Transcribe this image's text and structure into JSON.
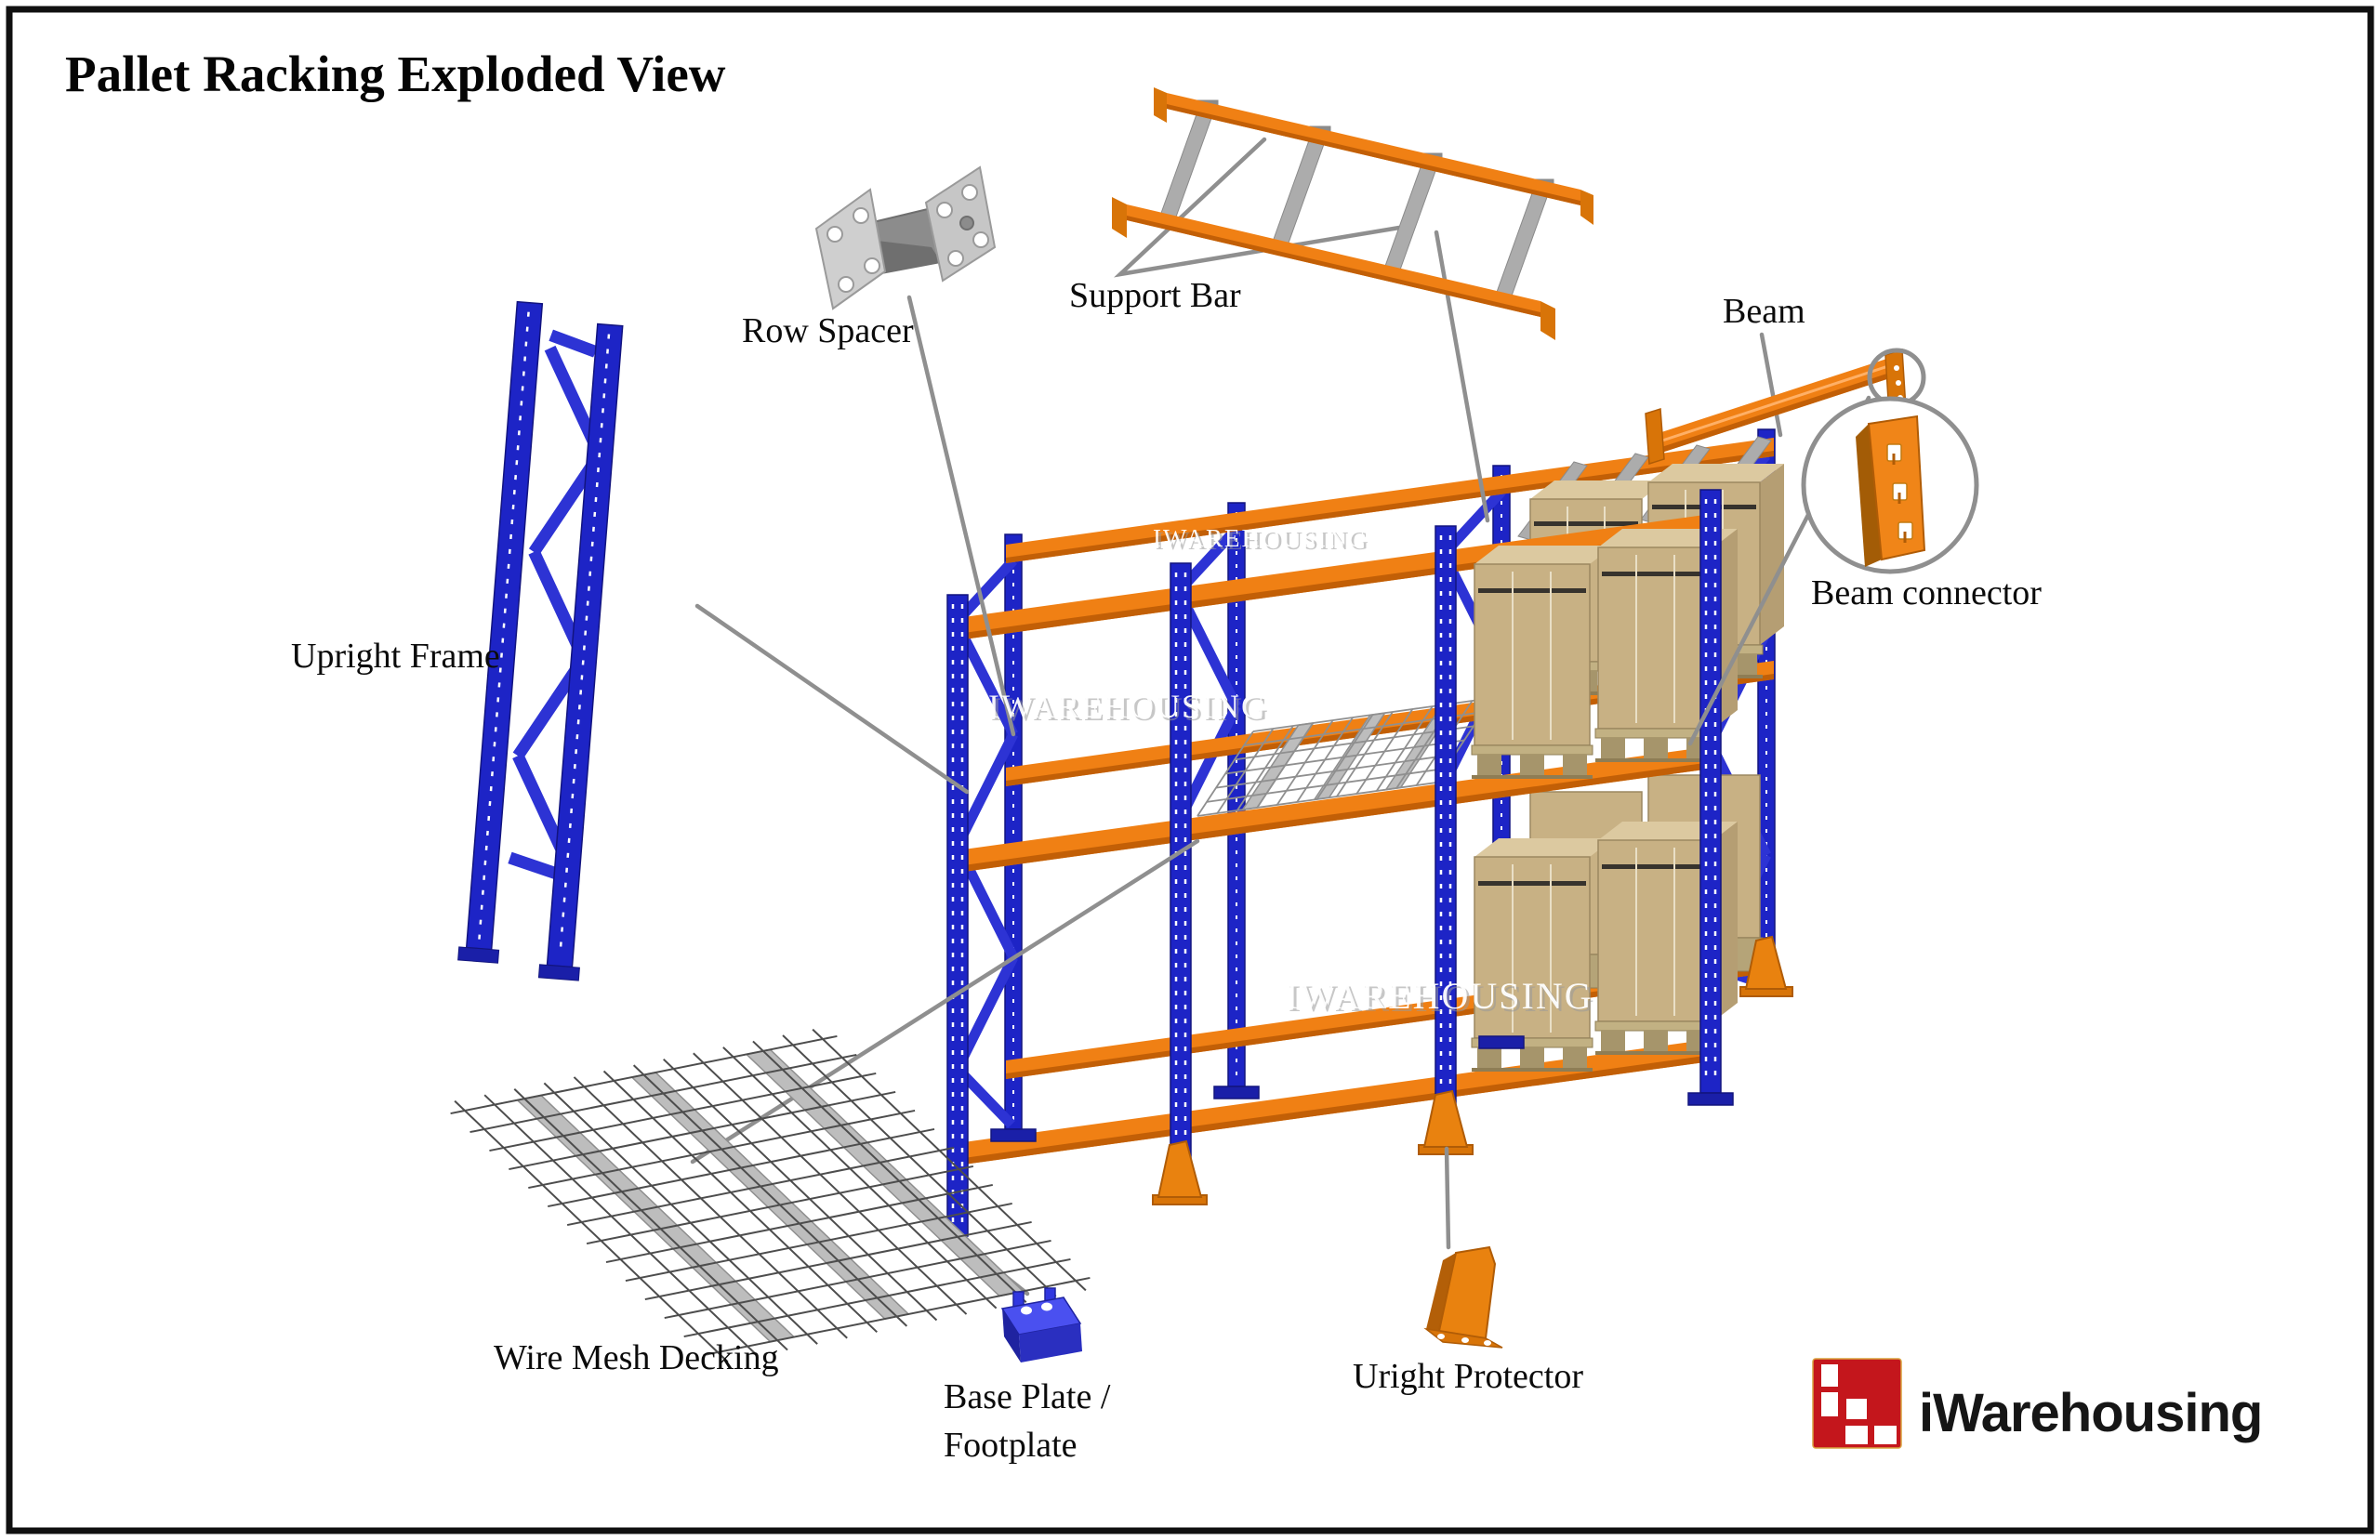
{
  "title": "Pallet Racking Exploded View",
  "watermark_text": "IWAREHOUSING",
  "labels": {
    "upright_frame": "Upright Frame",
    "row_spacer": "Row Spacer",
    "support_bar": "Support Bar",
    "beam": "Beam",
    "beam_connector": "Beam connector",
    "wire_mesh_decking": "Wire Mesh Decking",
    "base_plate_line1": "Base Plate /",
    "base_plate_line2": "Footplate",
    "upright_protector": "Uright Protector"
  },
  "logo": {
    "text": "iWarehousing",
    "red": "#c4161c"
  },
  "colors": {
    "upright_blue": "#1d24c6",
    "brace_blue": "#2d33d4",
    "beam_orange": "#f08014",
    "beam_orange_dark": "#c25f06",
    "steel_gray": "#acacac",
    "box_tan": "#c8b184",
    "leader_gray": "#8f8f8f",
    "logo_red": "#c4161c"
  }
}
